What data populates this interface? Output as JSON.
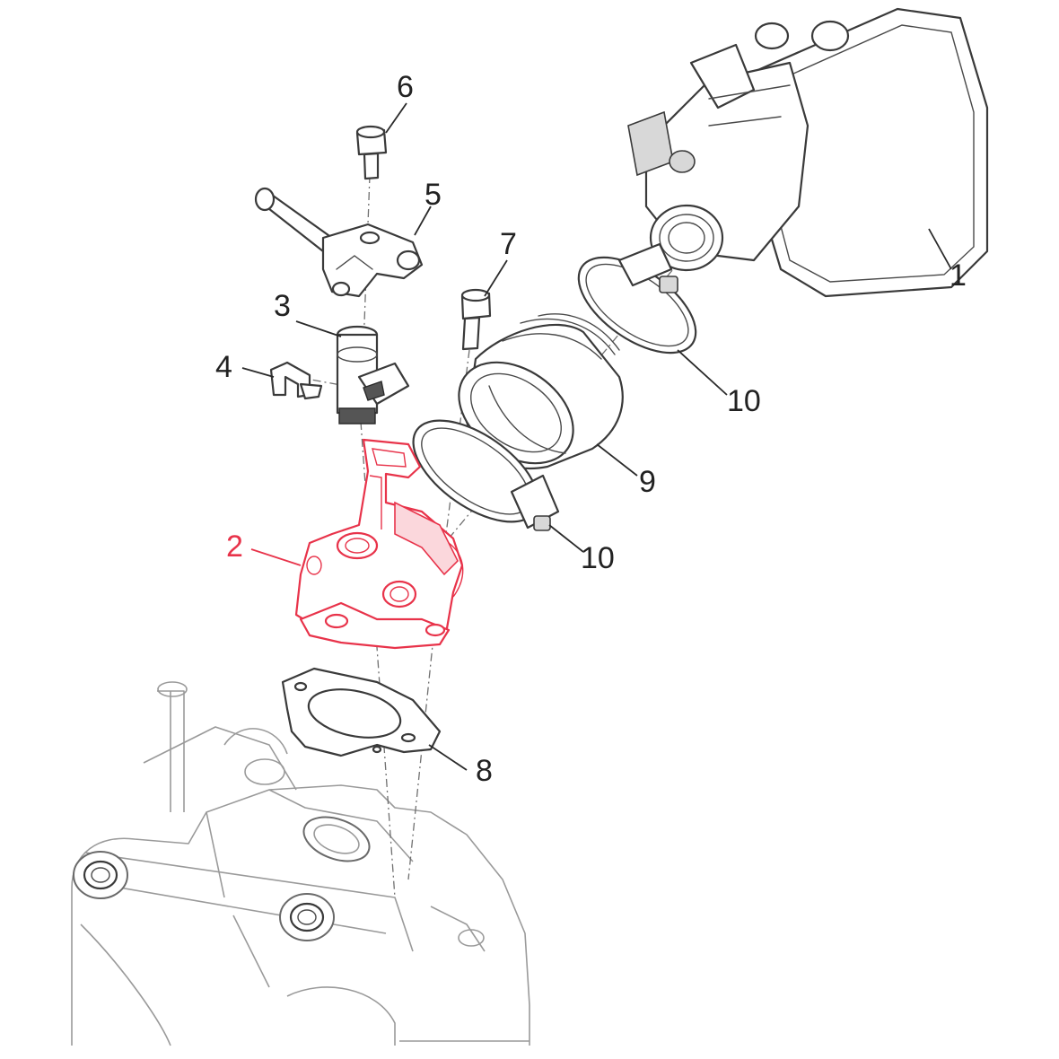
{
  "callouts": {
    "c1": "1",
    "c2": "2",
    "c3": "3",
    "c4": "4",
    "c5": "5",
    "c6": "6",
    "c7": "7",
    "c8": "8",
    "c9": "9",
    "c10a": "10",
    "c10b": "10"
  },
  "highlighted_part": "2",
  "colors": {
    "highlight": "#e8334a",
    "line": "#3a3a3a",
    "background": "#ffffff"
  }
}
